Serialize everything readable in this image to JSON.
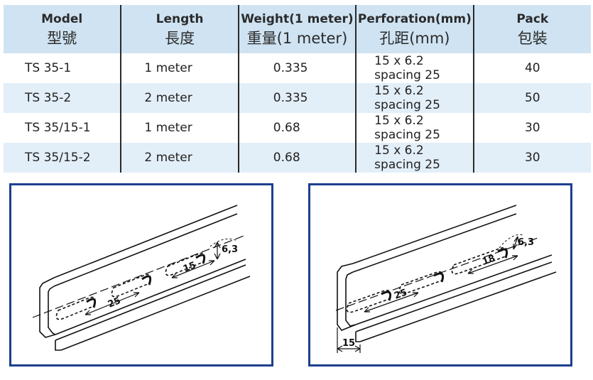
{
  "table": {
    "headers": [
      {
        "en": "Model",
        "cn": "型號"
      },
      {
        "en": "Length",
        "cn": "長度"
      },
      {
        "en": "Weight(1 meter)",
        "cn": "重量(1 meter)"
      },
      {
        "en": "Perforation(mm)",
        "cn": "孔距(mm)"
      },
      {
        "en": "Pack",
        "cn": "包裝"
      }
    ],
    "rows": [
      [
        "TS 35-1",
        "1 meter",
        "0.335",
        "15 x 6.2 spacing 25",
        "40"
      ],
      [
        "TS 35-2",
        "2 meter",
        "0.335",
        "15 x 6.2 spacing 25",
        "50"
      ],
      [
        "TS 35/15-1",
        "1 meter",
        "0.68",
        "15 x 6.2 spacing 25",
        "30"
      ],
      [
        "TS 35/15-2",
        "2 meter",
        "0.68",
        "15 x 6.2 spacing 25",
        "30"
      ]
    ]
  },
  "diagram_left": {
    "spacing": "25",
    "slot_length": "15",
    "slot_width": "6,3"
  },
  "diagram_right": {
    "spacing": "25",
    "slot_length": "18",
    "slot_width": "6,3",
    "depth": "15"
  },
  "colors": {
    "header_bg": "#cfe3f2",
    "band_bg": "#e2eef8",
    "frame": "#1c3f8f"
  }
}
